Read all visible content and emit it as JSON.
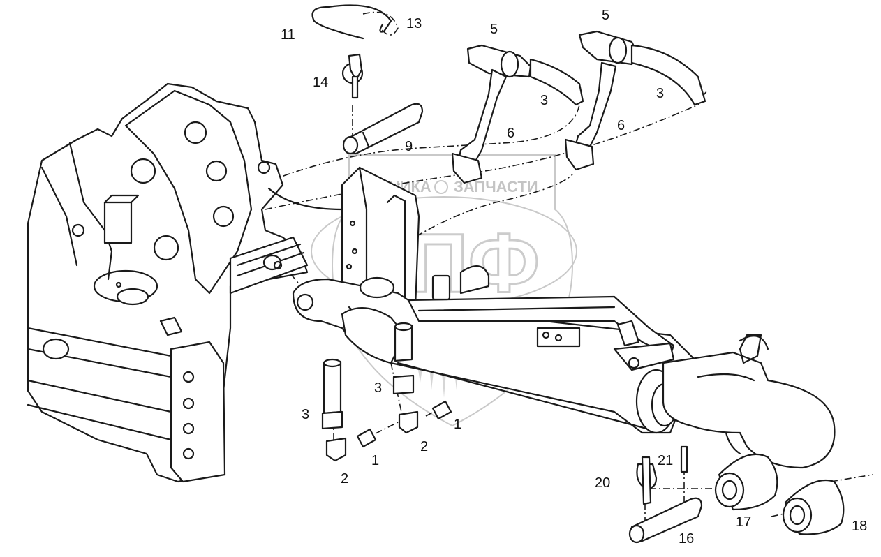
{
  "diagram": {
    "callouts": [
      {
        "id": "c11",
        "text": "11"
      },
      {
        "id": "c13",
        "text": "13"
      },
      {
        "id": "c14",
        "text": "14"
      },
      {
        "id": "c5a",
        "text": "5"
      },
      {
        "id": "c5b",
        "text": "5"
      },
      {
        "id": "c3a",
        "text": "3"
      },
      {
        "id": "c3b",
        "text": "3"
      },
      {
        "id": "c6a",
        "text": "6"
      },
      {
        "id": "c6b",
        "text": "6"
      },
      {
        "id": "c9",
        "text": "9"
      },
      {
        "id": "c3c",
        "text": "3"
      },
      {
        "id": "c3d",
        "text": "3"
      },
      {
        "id": "c1a",
        "text": "1"
      },
      {
        "id": "c1b",
        "text": "1"
      },
      {
        "id": "c2a",
        "text": "2"
      },
      {
        "id": "c2b",
        "text": "2"
      },
      {
        "id": "c20",
        "text": "20"
      },
      {
        "id": "c21",
        "text": "21"
      },
      {
        "id": "c16",
        "text": "16"
      },
      {
        "id": "c17",
        "text": "17"
      },
      {
        "id": "c18",
        "text": "18"
      }
    ]
  },
  "watermark": {
    "top_text_left": "ТЕХНИКА",
    "top_text_right": "ЗАПЧАСТИ",
    "letters": "ЭПФ"
  },
  "colors": {
    "ink": "#1a1a1a",
    "watermark": "#c9c9c9",
    "background": "#ffffff"
  }
}
